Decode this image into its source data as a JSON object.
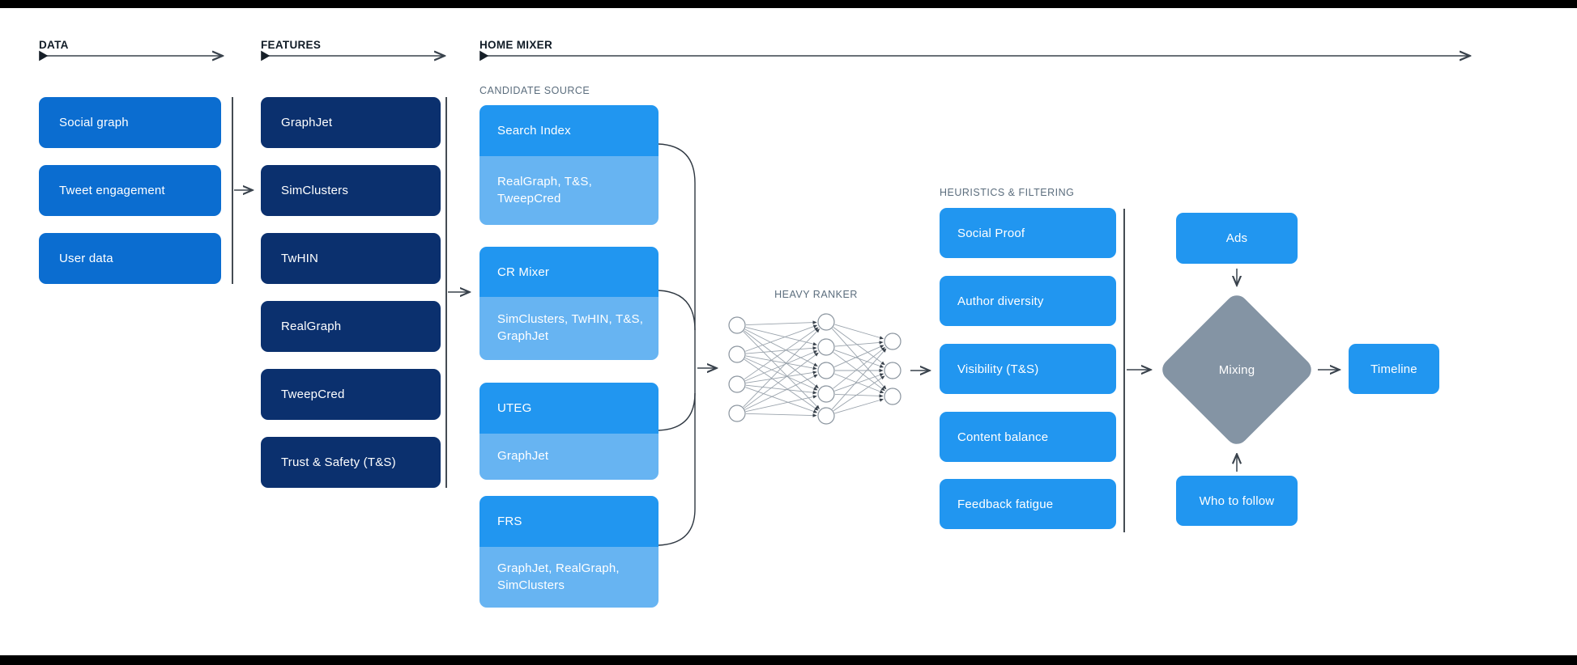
{
  "sections": {
    "data": {
      "label": "DATA",
      "boxes": [
        "Social graph",
        "Tweet engagement",
        "User data"
      ]
    },
    "features": {
      "label": "FEATURES",
      "boxes": [
        "GraphJet",
        "SimClusters",
        "TwHIN",
        "RealGraph",
        "TweepCred",
        "Trust & Safety (T&S)"
      ]
    },
    "home_mixer": {
      "label": "HOME MIXER",
      "candidate_source_label": "CANDIDATE SOURCE",
      "groups": [
        {
          "title": "Search Index",
          "sources": "RealGraph, T&S, TweepCred"
        },
        {
          "title": "CR Mixer",
          "sources": "SimClusters, TwHIN, T&S, GraphJet"
        },
        {
          "title": "UTEG",
          "sources": "GraphJet"
        },
        {
          "title": "FRS",
          "sources": "GraphJet, RealGraph, SimClusters"
        }
      ]
    },
    "heavy_ranker": {
      "label": "HEAVY RANKER"
    },
    "heuristics": {
      "label": "HEURISTICS & FILTERING",
      "boxes": [
        "Social Proof",
        "Author diversity",
        "Visibility (T&S)",
        "Content balance",
        "Feedback fatigue"
      ]
    },
    "output": {
      "ads": "Ads",
      "mixing": "Mixing",
      "who_to_follow": "Who to follow",
      "timeline": "Timeline"
    }
  },
  "colors": {
    "data_box_blue": "#0b6dd0",
    "feature_navy": "#0b306e",
    "candidate_sky_blue": "#2196f0",
    "candidate_light_blue": "#67b4f2",
    "mixing_gray": "#8494a4",
    "sub_label_gray": "#5b6d7d",
    "header_dark": "#101b26",
    "line_dark": "#39424c"
  }
}
